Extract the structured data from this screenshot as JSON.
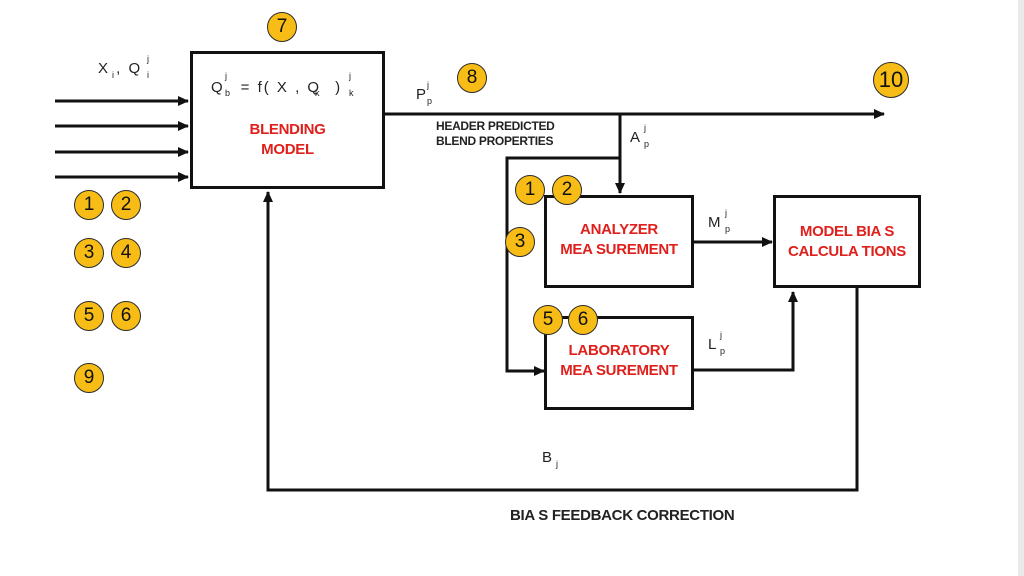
{
  "blending_model": {
    "equation_left": "Q",
    "equation_right": "= f( X   , Q",
    "equation_close": ")",
    "eq_sup_j": "j",
    "eq_sub_b": "b",
    "eq_sub_k": "k",
    "eq_sup_j2": "j",
    "eq_sub_k2": "k",
    "title_line1": "BLENDING",
    "title_line2": "MODEL"
  },
  "inputs": {
    "label": "X  , Q",
    "sub_i": "i",
    "sub_i2": "i",
    "sup_j": "j"
  },
  "header": {
    "label": "P",
    "sub": "p",
    "sup": "j",
    "caption_line1": "HEADER PREDICTED",
    "caption_line2": "BLEND PROPERTIES"
  },
  "analyzer_input": {
    "label": "A",
    "sub": "p",
    "sup": "j"
  },
  "analyzer": {
    "title_line1": "ANALYZER",
    "title_line2": "MEA SUREMENT"
  },
  "analyzer_output": {
    "label": "M",
    "sub": "p",
    "sup": "j"
  },
  "laboratory": {
    "title_line1": "LABORATORY",
    "title_line2": "MEA SUREMENT"
  },
  "lab_output": {
    "label": "L",
    "sub": "p",
    "sup": "j"
  },
  "model_bias": {
    "title_line1": "MODEL BIA S",
    "title_line2": "CALCULA TIONS"
  },
  "feedback": {
    "label": "B",
    "sub": "j",
    "caption": "BIA S FEEDBACK CORRECTION"
  },
  "badges": {
    "b7": "7",
    "b8": "8",
    "b10": "10",
    "left_1": "1",
    "left_2": "2",
    "left_3": "3",
    "left_4": "4",
    "left_5": "5",
    "left_6": "6",
    "left_9": "9",
    "an_1": "1",
    "an_2": "2",
    "an_3": "3",
    "lab_5": "5",
    "lab_6": "6"
  },
  "colors": {
    "badge_fill": "#f7bd16",
    "box_title": "#e0201c",
    "line": "#111111"
  }
}
